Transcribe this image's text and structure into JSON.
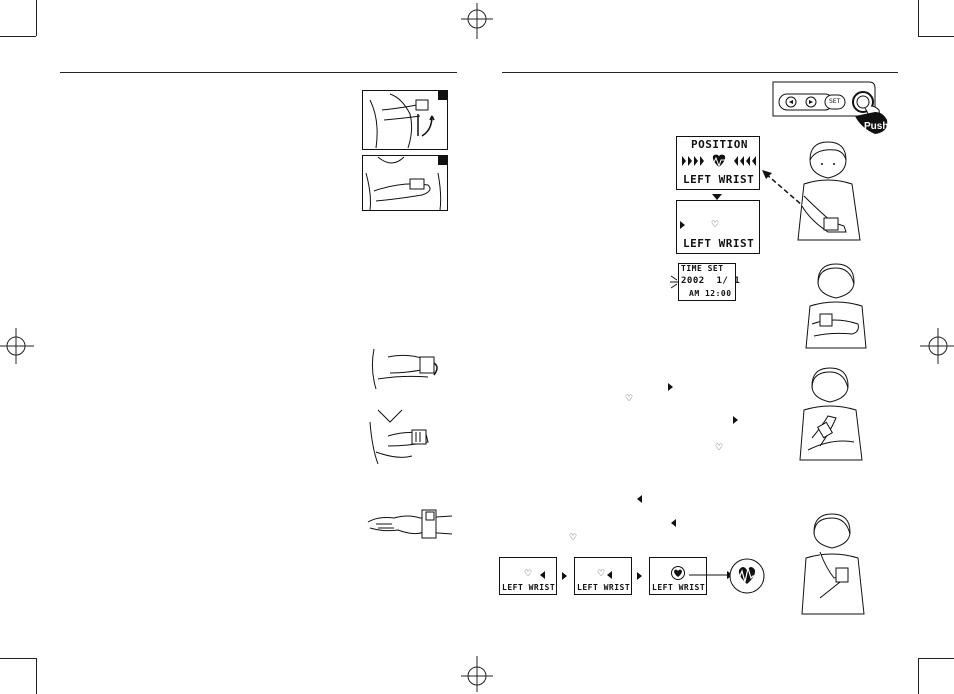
{
  "lcd_position": {
    "line1": "POSITION",
    "line3": "LEFT WRIST"
  },
  "lcd_wrist": {
    "line": "LEFT WRIST"
  },
  "lcd_time": {
    "line1": "TIME SET",
    "line2": "2002  1/ 1",
    "line3": "AM 12:00"
  },
  "lcd_seq": [
    "LEFT WRIST",
    "LEFT WRIST",
    "LEFT WRIST"
  ],
  "device_buttons": {
    "set": "SET",
    "push": "Push"
  },
  "icons": {
    "heart": "heart-icon",
    "pointer": "triangle-pointer-icon",
    "pulse": "pulse-icon"
  }
}
